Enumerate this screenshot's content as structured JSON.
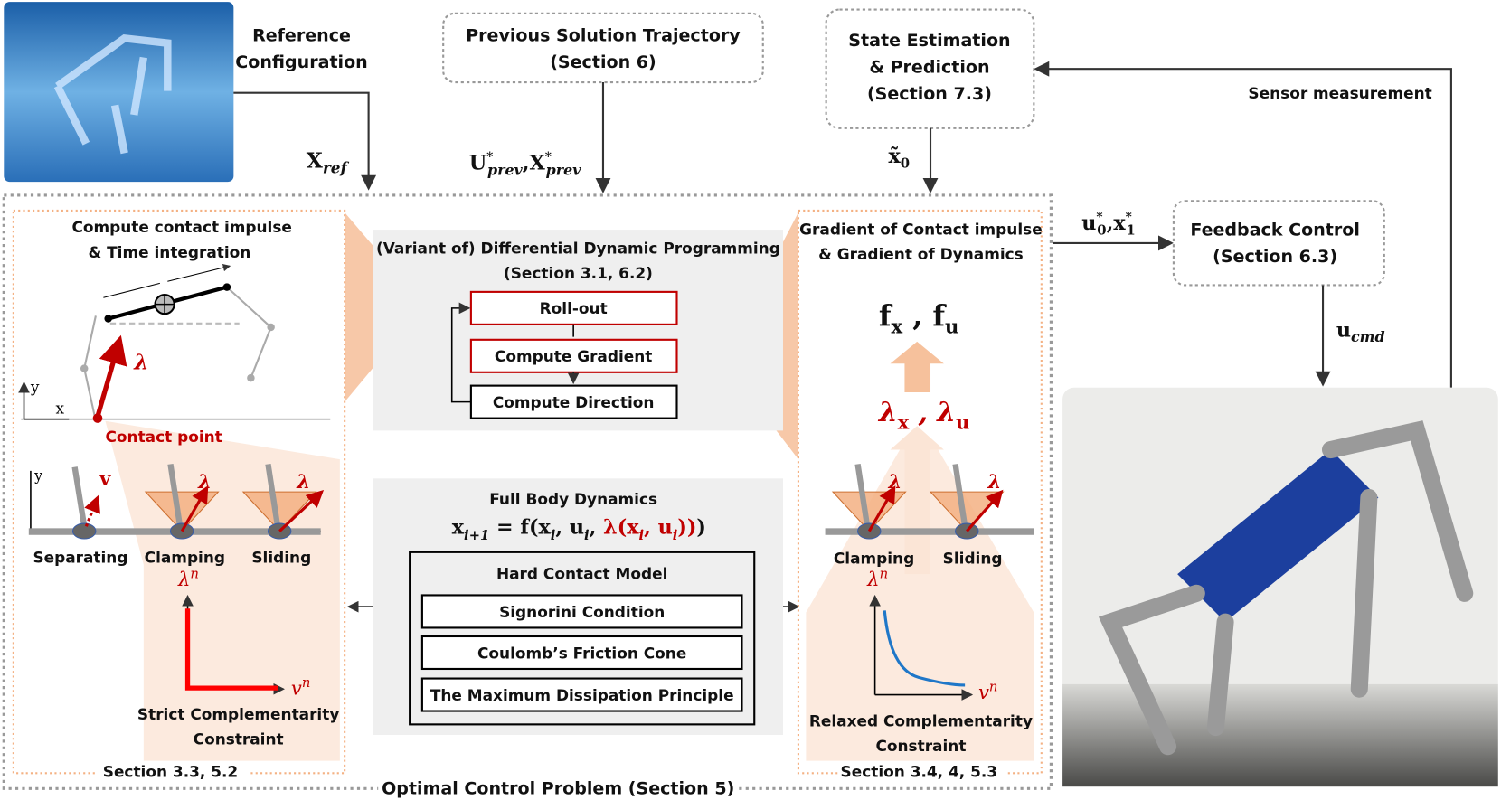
{
  "reference": {
    "line1": "Reference",
    "line2": "Configuration",
    "symbol": "X",
    "sub": "ref"
  },
  "prev_solution": {
    "title": "Previous Solution Trajectory",
    "section": "(Section 6)",
    "u": "U",
    "x": "X",
    "star": "*",
    "sub": "prev",
    "comma": ","
  },
  "state_est": {
    "line1": "State Estimation",
    "line2": "& Prediction",
    "line3": "(Section 7.3)",
    "symbol": "x̃",
    "sub": "0"
  },
  "sensor": {
    "label": "Sensor measurement"
  },
  "outputs": {
    "u": "u",
    "u_sub": "0",
    "x": "x",
    "x_sub": "1",
    "star": "*",
    "comma": ","
  },
  "feedback": {
    "line1": "Feedback Control",
    "line2": "(Section 6.3)",
    "cmd_symbol": "u",
    "cmd_sub": "cmd"
  },
  "ocp": {
    "label": "Optimal Control Problem (Section 5)"
  },
  "left_panel": {
    "title1": "Compute contact impulse",
    "title2": "& Time integration",
    "axis_x": "x",
    "axis_y": "y",
    "lambda": "λ",
    "contact_point": "Contact point",
    "v": "v",
    "modes": [
      "Separating",
      "Clamping",
      "Sliding"
    ],
    "lam_n": "λ",
    "v_n": "v",
    "n": "n",
    "constraint1": "Strict Complementarity",
    "constraint2": "Constraint",
    "section": "Section 3.3, 5.2"
  },
  "ddp": {
    "title1": "(Variant of) Differential Dynamic Programming",
    "title2": "(Section 3.1, 6.2)",
    "steps": [
      "Roll-out",
      "Compute Gradient",
      "Compute Direction"
    ]
  },
  "dynamics": {
    "title": "Full Body Dynamics",
    "eq_lhs": "x",
    "eq_lhs_sub": "i+1",
    "eq_mid": " = f(x",
    "eq_i": "i",
    "eq_u": ", u",
    "eq_i2": "i",
    "eq_c": ", ",
    "eq_lam": "λ(x",
    "eq_i3": "i",
    "eq_u2": ", u",
    "eq_i4": "i",
    "eq_close": "))",
    "eq_end": ")",
    "model_title": "Hard Contact Model",
    "items": [
      "Signorini Condition",
      "Coulomb’s Friction Cone",
      "The Maximum Dissipation Principle"
    ]
  },
  "right_panel": {
    "title1": "Gradient of Contact impulse",
    "title2": "& Gradient of Dynamics",
    "f": "f",
    "x": "x",
    "u": "u",
    "sep": " , ",
    "lam": "λ",
    "modes": [
      "Clamping",
      "Sliding"
    ],
    "lambda": "λ",
    "constraint1": "Relaxed Complementarity",
    "constraint2": "Constraint",
    "section": "Section 3.4, 4, 5.3"
  },
  "colors": {
    "accent_red": "#c00000",
    "orange": "#f4b183",
    "gray_box": "#efefef",
    "curve_blue": "#1f77c8"
  }
}
